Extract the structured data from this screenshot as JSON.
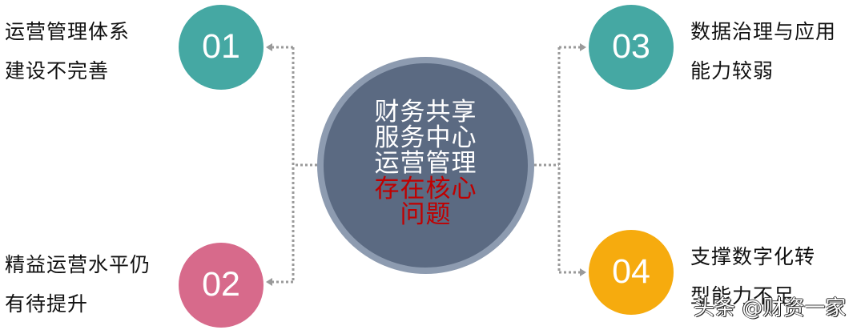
{
  "diagram": {
    "center": {
      "lines": [
        {
          "text": "财务共享",
          "color": "#ffffff"
        },
        {
          "text": "服务中心",
          "color": "#ffffff"
        },
        {
          "text": "运营管理",
          "color": "#ffffff"
        },
        {
          "text": "存在核心",
          "color": "#c00000"
        },
        {
          "text": "问题",
          "color": "#c00000"
        }
      ],
      "ring_color": "#8d9bb0",
      "fill_color": "#5b6a82"
    },
    "items": [
      {
        "number": "01",
        "color": "#45a8a3",
        "position": "top-left",
        "lines": [
          "运营管理体系",
          "建设不完善"
        ]
      },
      {
        "number": "02",
        "color": "#d76a8b",
        "position": "bottom-left",
        "lines": [
          "精益运营水平仍",
          "有待提升"
        ]
      },
      {
        "number": "03",
        "color": "#45a8a3",
        "position": "top-right",
        "lines": [
          "数据治理与应用",
          "能力较弱"
        ]
      },
      {
        "number": "04",
        "color": "#f6ab0e",
        "position": "bottom-right",
        "lines": [
          "支撑数字化转",
          "型能力不足"
        ]
      }
    ],
    "connector_color": "#9a9a9a"
  },
  "watermark": {
    "text": "头条 @财资一家"
  }
}
